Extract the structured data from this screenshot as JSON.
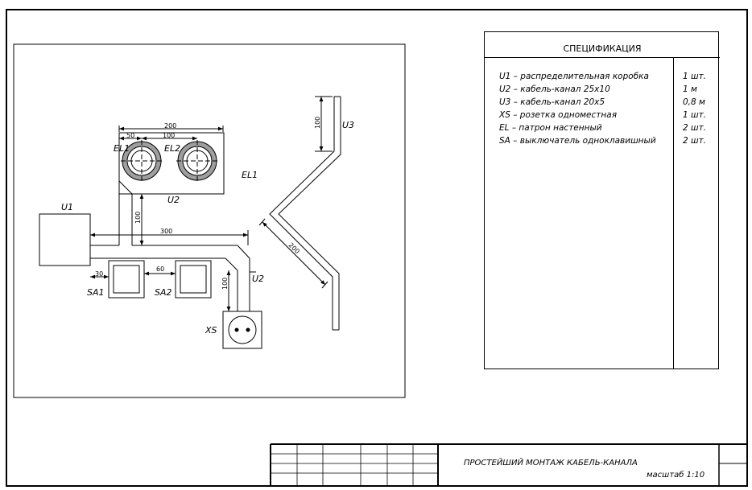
{
  "labels": {
    "U1": "U1",
    "U2_top": "U2",
    "U2_right": "U2",
    "U3": "U3",
    "EL1_a": "EL1",
    "EL2": "EL2",
    "EL1_b": "EL1",
    "SA1": "SA1",
    "SA2": "SA2",
    "XS": "XS"
  },
  "dimensions": {
    "d200_lamps": "200",
    "d50": "50",
    "d100_lamps": "100",
    "d100_vert": "100",
    "d300": "300",
    "d30": "30",
    "d60": "60",
    "d100_xs": "100",
    "d100_u3": "100",
    "d200_u3": "200"
  },
  "specification": {
    "title": "СПЕЦИФИКАЦИЯ",
    "items": [
      {
        "text": "U1 – распределительная коробка",
        "qty": "1 шт."
      },
      {
        "text": "U2 – кабель-канал 25х10",
        "qty": "1 м"
      },
      {
        "text": "U3 – кабель-канал 20х5",
        "qty": "0,8 м"
      },
      {
        "text": "XS – розетка одноместная",
        "qty": "1 шт."
      },
      {
        "text": "EL – патрон настенный",
        "qty": "2 шт."
      },
      {
        "text": "SA – выключатель одноклавишный",
        "qty": "2 шт."
      }
    ]
  },
  "title_block": {
    "title": "ПРОСТЕЙШИЙ МОНТАЖ КАБЕЛЬ-КАНАЛА",
    "scale": "масштаб 1:10"
  }
}
